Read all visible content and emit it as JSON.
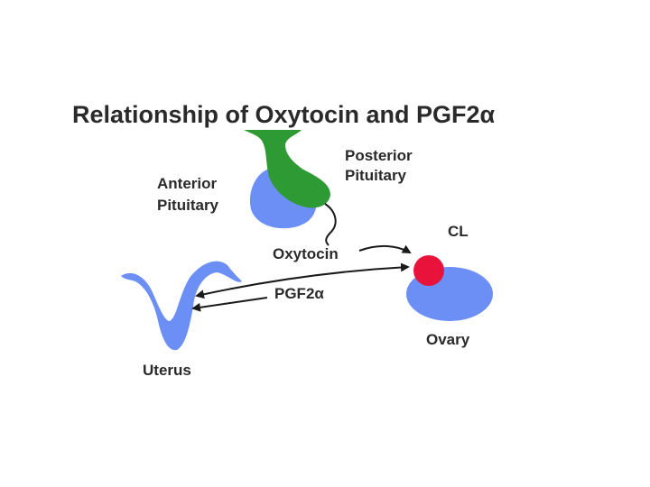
{
  "title": "Relationship of Oxytocin and PGF2α",
  "labels": {
    "anterior_pituitary": [
      "Anterior",
      "Pituitary"
    ],
    "posterior_pituitary": [
      "Posterior",
      "Pituitary"
    ],
    "cl": "CL",
    "oxytocin": "Oxytocin",
    "pgf2a": "PGF2α",
    "ovary": "Ovary",
    "uterus": "Uterus"
  },
  "colors": {
    "posterior_pituitary": "#2e9a34",
    "blue_tissue": "#6b8ff5",
    "corpus_luteum": "#e8123a",
    "text": "#2a2a2a"
  }
}
